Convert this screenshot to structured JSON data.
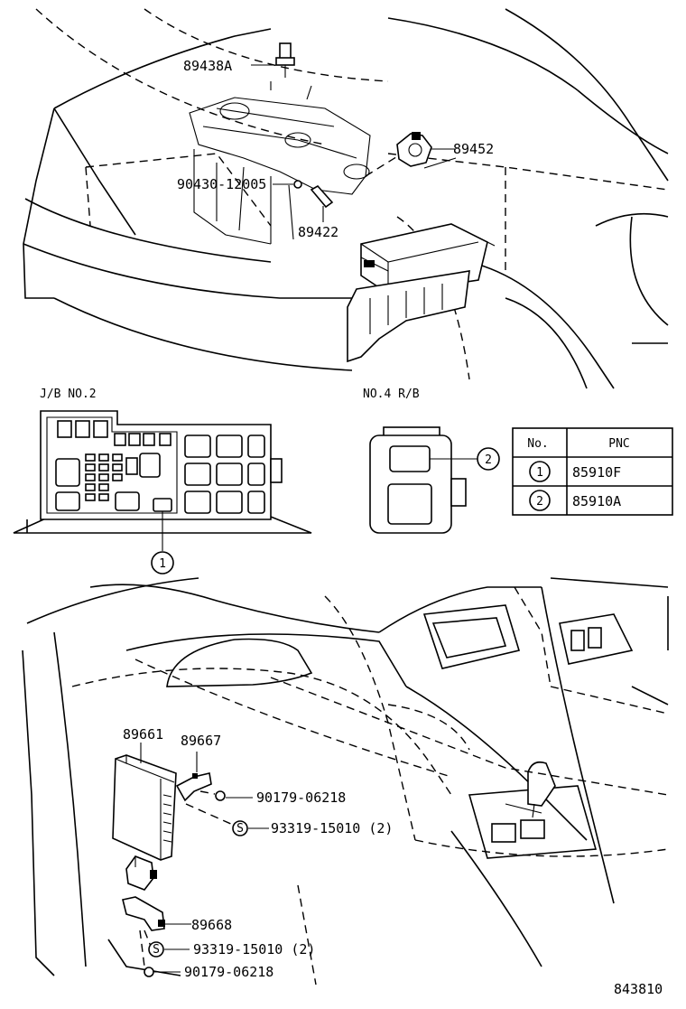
{
  "engine_parts": {
    "p89438A": "89438A",
    "p89452": "89452",
    "p90430": "90430-12005",
    "p89422": "89422"
  },
  "jb": {
    "title": "J/B NO.2",
    "marker": "1"
  },
  "rb": {
    "title": "NO.4 R/B",
    "marker": "2"
  },
  "table": {
    "headers": [
      "No.",
      "PNC"
    ],
    "rows": [
      {
        "no": "1",
        "pnc": "85910F"
      },
      {
        "no": "2",
        "pnc": "85910A"
      }
    ]
  },
  "interior_parts": {
    "p89661": "89661",
    "p89667": "89667",
    "p90179a": "90179-06218",
    "p93319a": "93319-15010 (2)",
    "p89668": "89668",
    "p93319b": "93319-15010 (2)",
    "p90179b": "90179-06218",
    "s_mark": "S"
  },
  "diagram_id": "843810"
}
